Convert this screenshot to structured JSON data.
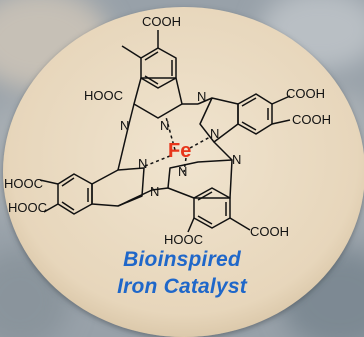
{
  "colors": {
    "background": "#9aa3ab",
    "disc": "#eadbc4",
    "disc_edge": "#d6c3a3",
    "bond": "#111111",
    "iron": "#e8361b",
    "caption": "#1f67c9"
  },
  "molecule": {
    "metal": "Fe",
    "substituents": [
      "COOH",
      "HOOC",
      "COOH",
      "COOH",
      "HOOC",
      "HOOC",
      "HOOC",
      "COOH"
    ],
    "nitrogen": "N"
  },
  "caption": {
    "line1": "Bioinspired",
    "line2": "Iron Catalyst"
  }
}
